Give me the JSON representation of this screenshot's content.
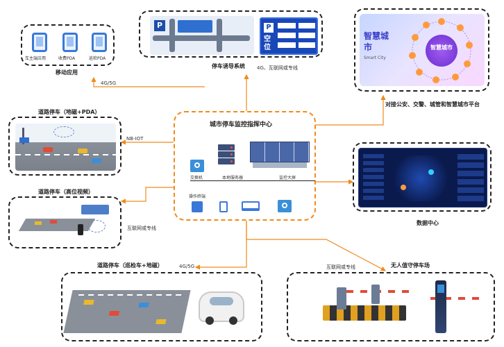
{
  "center": {
    "title": "城市停车监控指挥中心",
    "switch_label": "交换机",
    "server_label": "本地服务器",
    "screen_label": "监控大屏",
    "terminal_label": "操作终端"
  },
  "mobile": {
    "title": "移动应用",
    "apps": [
      "车主端应用",
      "收费PDA",
      "巡检PDA"
    ]
  },
  "guide": {
    "title": "停车诱导系统",
    "sign_text": "空位",
    "parking_letter": "P"
  },
  "smart_city": {
    "title": "对接公安、交警、城管和智慧城市平台",
    "big_text": "智慧城市",
    "sub_text": "智慧城市",
    "small_text": "Smart City"
  },
  "road_geomag": {
    "title": "道路停车（地磁+PDA）"
  },
  "road_video": {
    "title": "道路停车（高位视频）"
  },
  "data_center": {
    "title": "数据中心"
  },
  "road_patrol": {
    "title": "道路停车（巡检车+地磁）"
  },
  "unattended": {
    "title": "无人值守停车场"
  },
  "links": {
    "mobile": "4G/5G",
    "guide": "4G、互联网或专线",
    "geomag": "NB-IOT",
    "video": "互联网或专线",
    "patrol": "4G/5G",
    "unattended": "互联网或专线"
  },
  "colors": {
    "accent": "#f08a1c",
    "blue": "#3a78d8",
    "dark": "#0b1a4d"
  }
}
